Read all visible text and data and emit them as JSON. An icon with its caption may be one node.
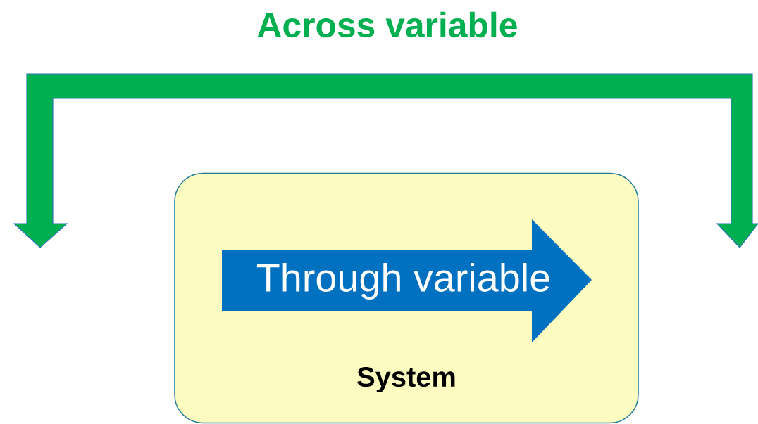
{
  "diagram": {
    "title": "Across variable",
    "nodes": [
      {
        "text": [
          "System"
        ]
      },
      {
        "text": [
          "Through variable"
        ],
        "in": 0
      }
    ]
  }
}
